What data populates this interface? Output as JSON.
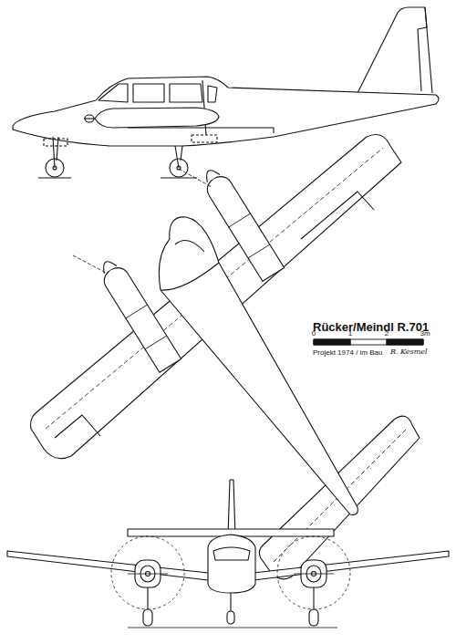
{
  "diagram": {
    "title": "Rücker/Meindl R.701",
    "labels": [
      "0",
      "1",
      "2",
      "3m",
      "Projekt 1974 / im Bau",
      "R. Kesmel"
    ]
  }
}
